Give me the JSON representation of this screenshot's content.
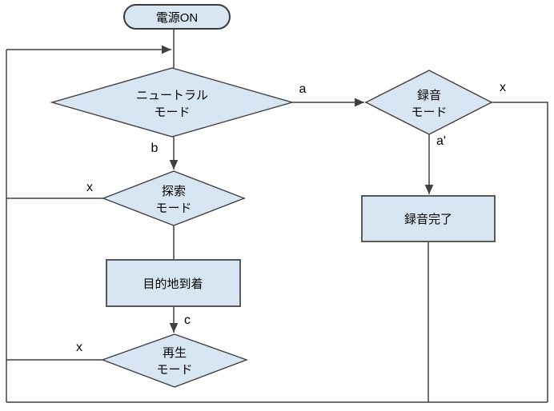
{
  "diagram": {
    "type": "flowchart",
    "background": "#ffffff",
    "palette": {
      "node_fill": "#d8e5f2",
      "node_border": "#404040",
      "process_border": "#595959",
      "connector": "#404040",
      "text": "#000000"
    },
    "nodes": {
      "power_on": {
        "shape": "terminator",
        "label": "電源ON"
      },
      "neutral_mode": {
        "shape": "decision",
        "line1": "ニュートラル",
        "line2": "モード"
      },
      "record_mode": {
        "shape": "decision",
        "line1": "録音",
        "line2": "モード"
      },
      "record_complete": {
        "shape": "process",
        "label": "録音完了"
      },
      "search_mode": {
        "shape": "decision",
        "line1": "探索",
        "line2": "モード"
      },
      "destination_arrival": {
        "shape": "process",
        "label": "目的地到着"
      },
      "playback_mode": {
        "shape": "decision",
        "line1": "再生",
        "line2": "モード"
      }
    },
    "edge_labels": {
      "a": "a",
      "a_prime": "a'",
      "b": "b",
      "c": "c",
      "x_record": "x",
      "x_search": "x",
      "x_playback": "x"
    }
  }
}
